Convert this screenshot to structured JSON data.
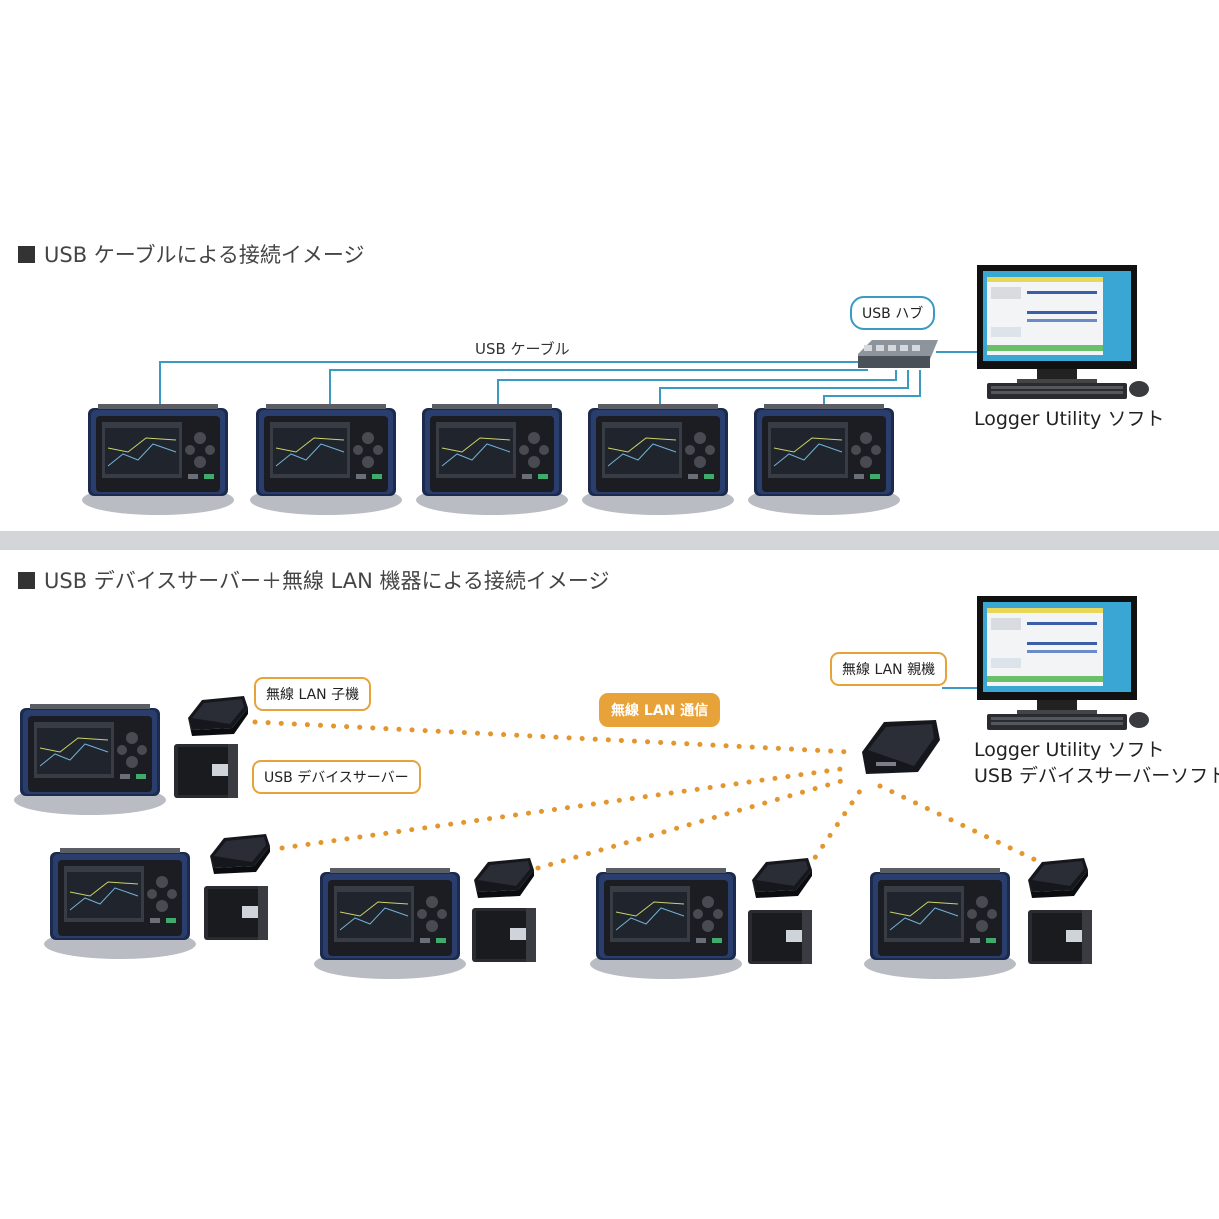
{
  "section1": {
    "title": "USB ケーブルによる接続イメージ",
    "cable_label": "USB ケーブル",
    "hub_label": "USB ハブ",
    "software_label": "Logger Utility ソフト"
  },
  "section2": {
    "title": "USB デバイスサーバー＋無線 LAN 機器による接続イメージ",
    "wireless_child_label": "無線 LAN 子機",
    "device_server_label": "USB デバイスサーバー",
    "wireless_comm_label": "無線 LAN 通信",
    "wireless_parent_label": "無線 LAN 親機",
    "software_label_1": "Logger Utility ソフト",
    "software_label_2": "USB デバイスサーバーソフト"
  },
  "colors": {
    "cable": "#3a9ac4",
    "wireless_dots": "#e3962e",
    "pill_border": "#e8a23a",
    "divider": "#d4d5d9"
  },
  "icons": [
    "data-logger-icon",
    "usb-hub-icon",
    "monitor-icon",
    "keyboard-icon",
    "mouse-icon",
    "wireless-router-icon",
    "usb-device-server-icon"
  ]
}
